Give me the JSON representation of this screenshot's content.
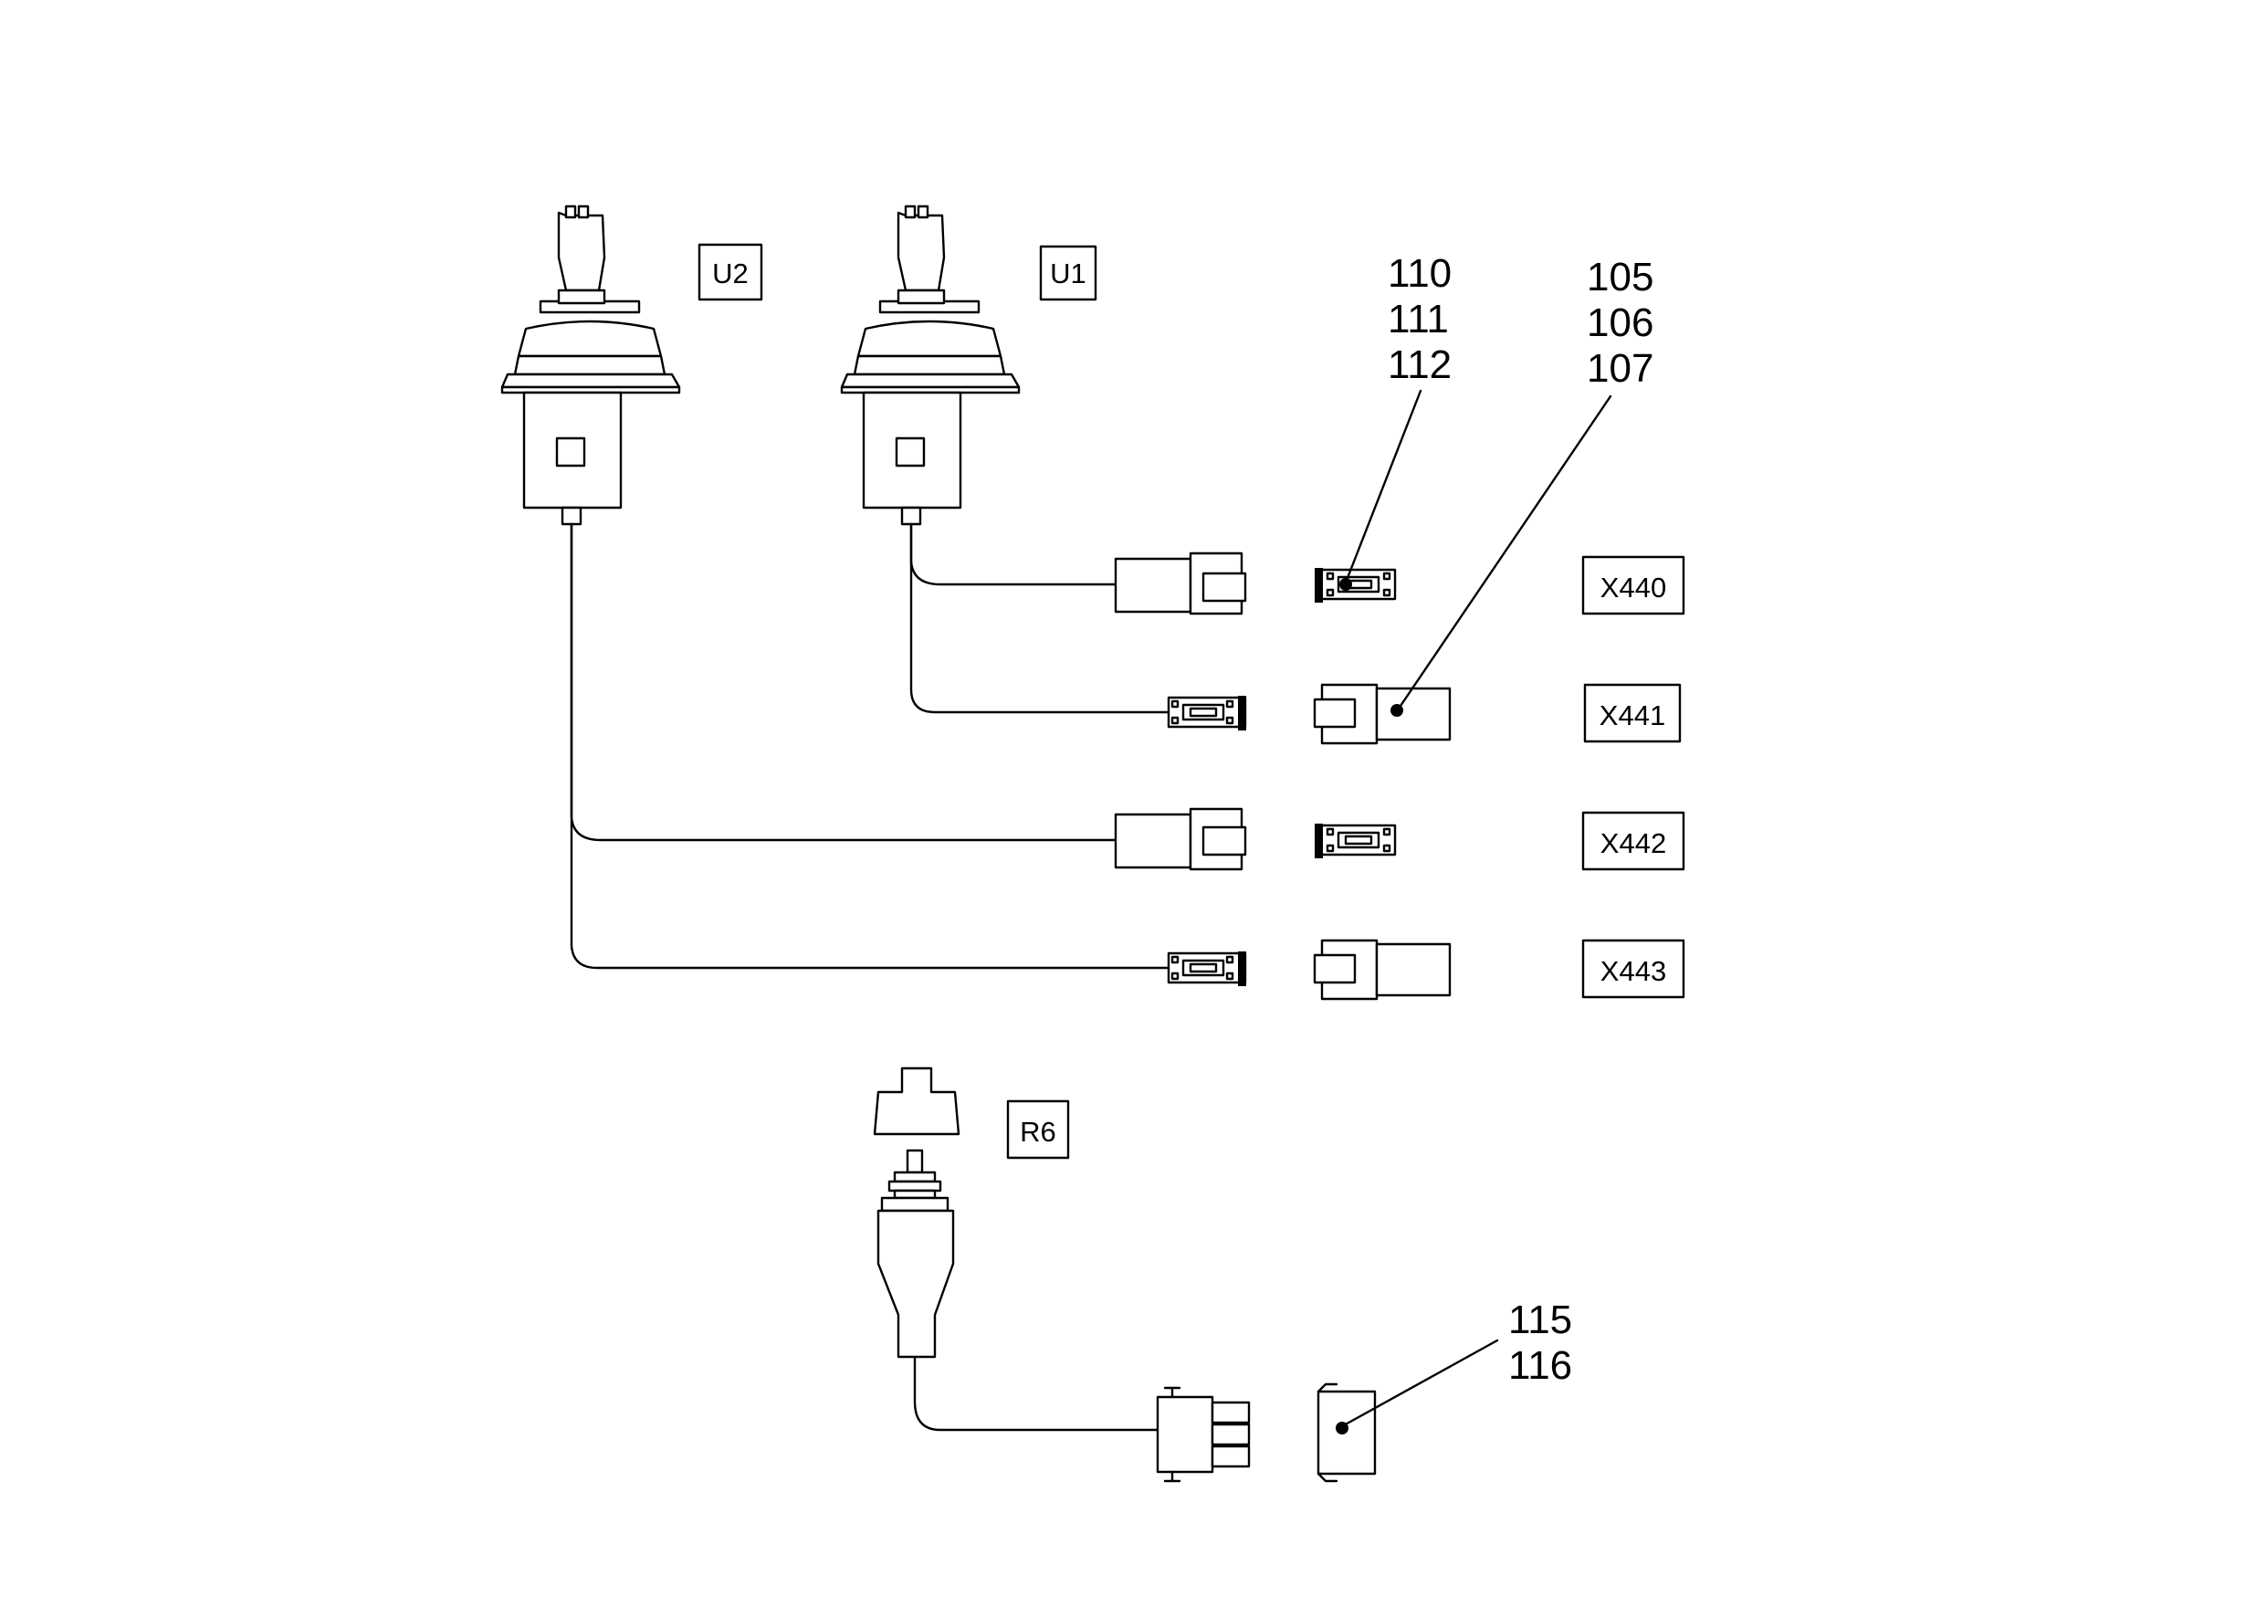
{
  "labels": {
    "u2": "U2",
    "u1": "U1",
    "x440": "X440",
    "x441": "X441",
    "x442": "X442",
    "x443": "X443",
    "r6": "R6"
  },
  "callouts": {
    "group_a": [
      "110",
      "111",
      "112"
    ],
    "group_b": [
      "105",
      "106",
      "107"
    ],
    "group_c": [
      "115",
      "116"
    ]
  }
}
